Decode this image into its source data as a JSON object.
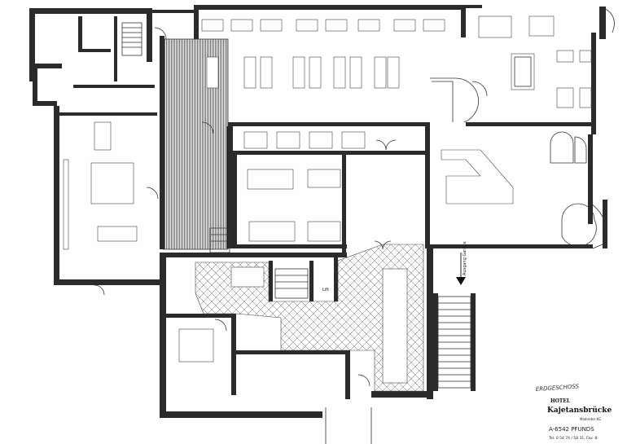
{
  "floor_label": "ERDGESCHOSS",
  "ausgang_label": "Ausgang Garage",
  "lift_label": "Lift",
  "hotel": {
    "prefix": "HOTEL",
    "name": "Kajetansbrücke",
    "family": "Madreiter KG",
    "address": "A-6542 PFUNDS",
    "phone": "Tel. 0 54 74 / 58 31, Fax -8"
  },
  "colors": {
    "wall": "#2b2b2b",
    "hatch": "#555555",
    "paper": "#ffffff"
  }
}
